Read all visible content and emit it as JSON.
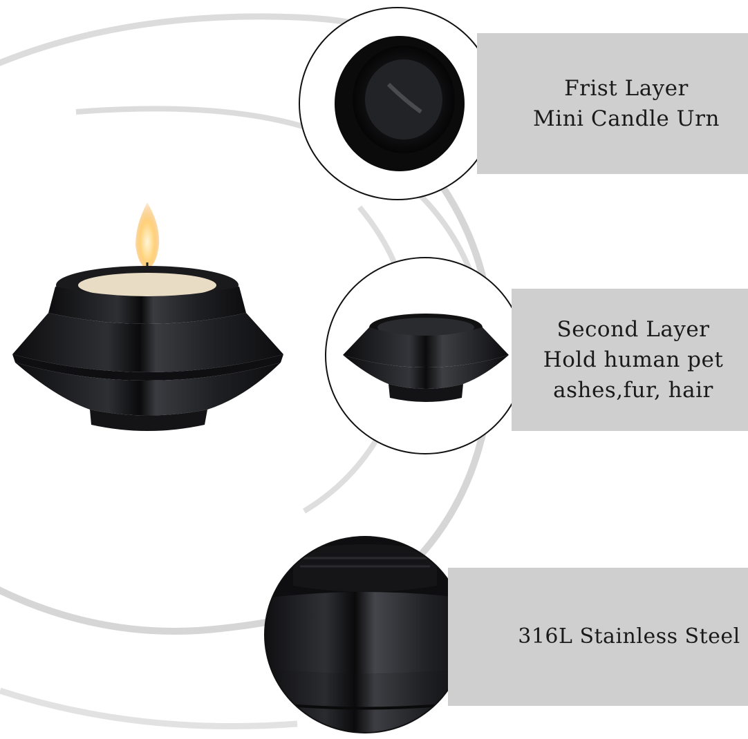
{
  "product": {
    "name": "Mini Candle Urn",
    "colors": {
      "panel": "#cfcfcf",
      "metal": "#1c1c1e",
      "arc": "#d8d8d8",
      "text": "#1a1a1a"
    }
  },
  "layers": [
    {
      "id": "first",
      "lines": [
        "Frist Layer",
        "Mini Candle Urn"
      ],
      "icon": "candle-cup-top-view"
    },
    {
      "id": "second",
      "lines": [
        "Second Layer",
        "Hold human pet",
        "ashes,fur, hair"
      ],
      "icon": "urn-middle-section"
    },
    {
      "id": "third",
      "lines": [
        "316L Stainless Steel"
      ],
      "icon": "urn-body-closeup"
    }
  ]
}
